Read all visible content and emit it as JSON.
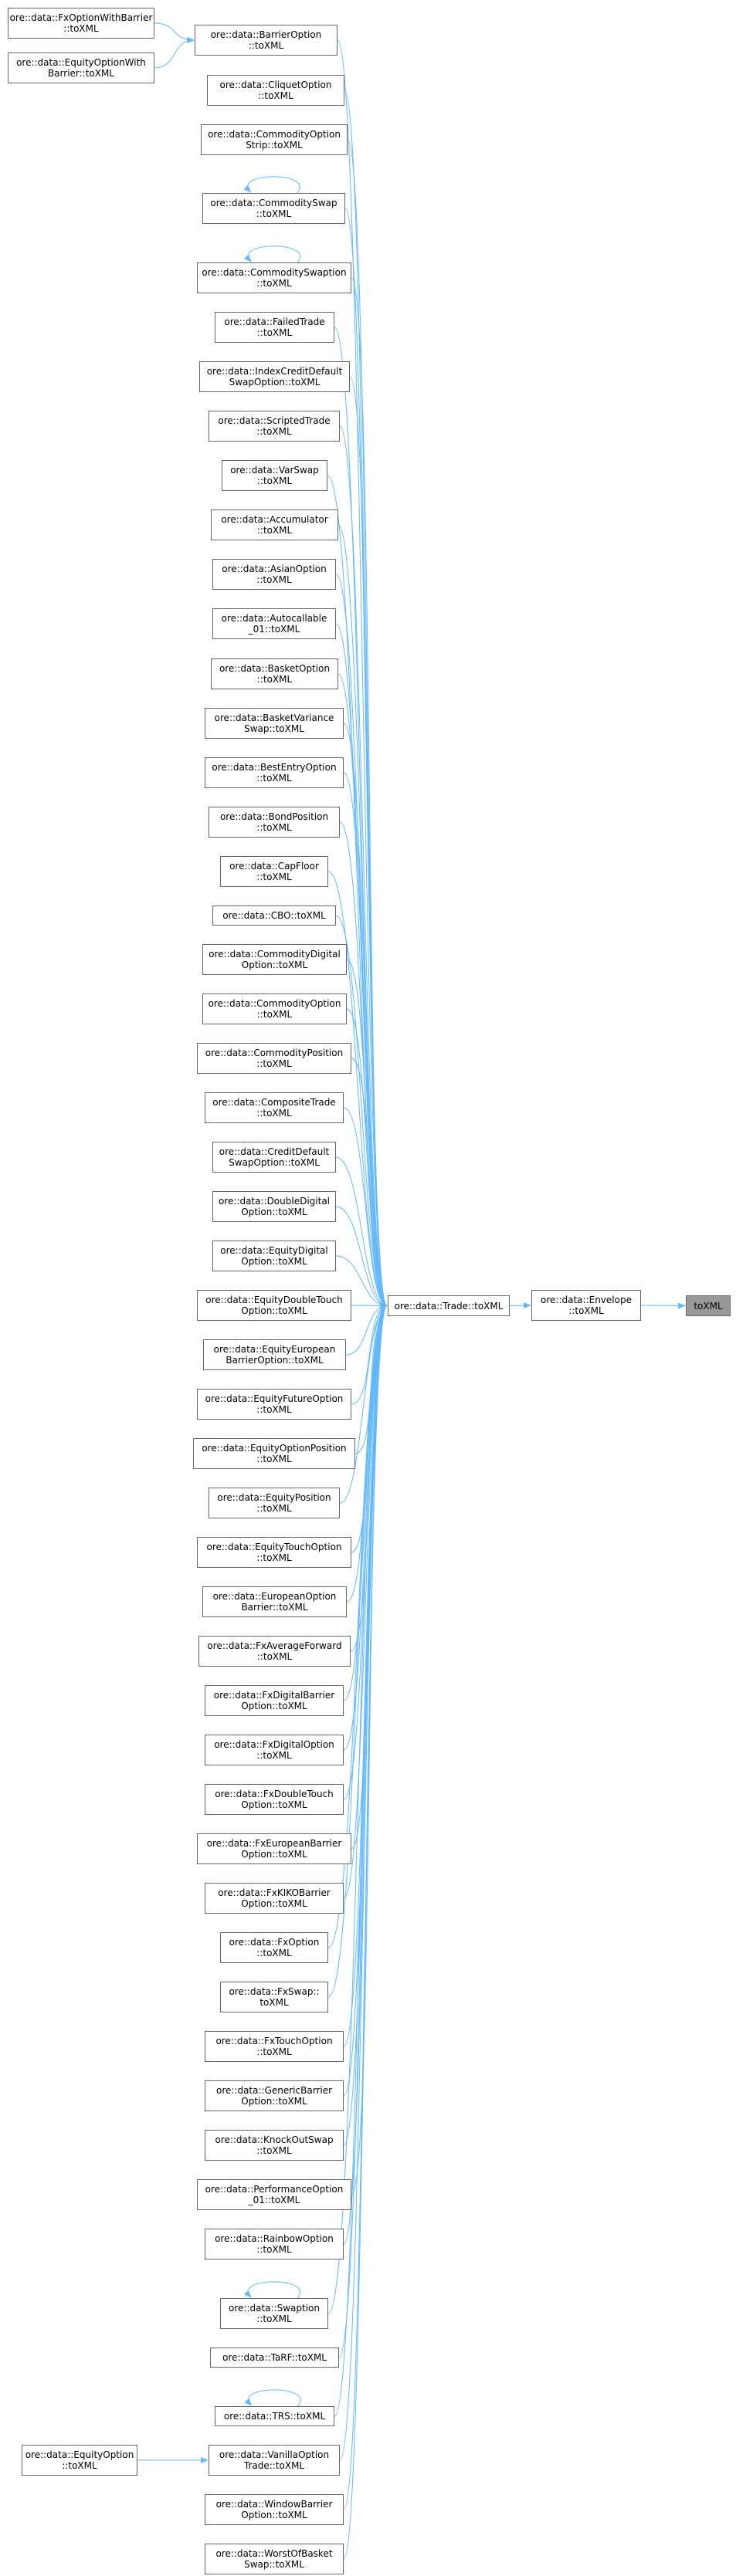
{
  "colors": {
    "edge": "#63b8ff",
    "node_border": "#666666",
    "node_fill": "#ffffff",
    "root_fill": "#999999"
  },
  "nodes": [
    {
      "id": "fxowb",
      "lines": [
        "ore::data::FxOptionWithBarrier",
        "::toXML"
      ]
    },
    {
      "id": "eowb",
      "lines": [
        "ore::data::EquityOptionWith",
        "Barrier::toXML"
      ]
    },
    {
      "id": "barrier",
      "lines": [
        "ore::data::BarrierOption",
        "::toXML"
      ]
    },
    {
      "id": "cliquet",
      "lines": [
        "ore::data::CliquetOption",
        "::toXML"
      ]
    },
    {
      "id": "cos",
      "lines": [
        "ore::data::CommodityOption",
        "Strip::toXML"
      ]
    },
    {
      "id": "cswap",
      "lines": [
        "ore::data::CommoditySwap",
        "::toXML"
      ]
    },
    {
      "id": "cswptn",
      "lines": [
        "ore::data::CommoditySwaption",
        "::toXML"
      ]
    },
    {
      "id": "failed",
      "lines": [
        "ore::data::FailedTrade",
        "::toXML"
      ]
    },
    {
      "id": "icdso",
      "lines": [
        "ore::data::IndexCreditDefault",
        "SwapOption::toXML"
      ]
    },
    {
      "id": "scripted",
      "lines": [
        "ore::data::ScriptedTrade",
        "::toXML"
      ]
    },
    {
      "id": "varswap",
      "lines": [
        "ore::data::VarSwap",
        "::toXML"
      ]
    },
    {
      "id": "accum",
      "lines": [
        "ore::data::Accumulator",
        "::toXML"
      ]
    },
    {
      "id": "asian",
      "lines": [
        "ore::data::AsianOption",
        "::toXML"
      ]
    },
    {
      "id": "autoc",
      "lines": [
        "ore::data::Autocallable",
        "_01::toXML"
      ]
    },
    {
      "id": "basket",
      "lines": [
        "ore::data::BasketOption",
        "::toXML"
      ]
    },
    {
      "id": "bvs",
      "lines": [
        "ore::data::BasketVariance",
        "Swap::toXML"
      ]
    },
    {
      "id": "beo",
      "lines": [
        "ore::data::BestEntryOption",
        "::toXML"
      ]
    },
    {
      "id": "bondpos",
      "lines": [
        "ore::data::BondPosition",
        "::toXML"
      ]
    },
    {
      "id": "capfloor",
      "lines": [
        "ore::data::CapFloor",
        "::toXML"
      ]
    },
    {
      "id": "cbo",
      "lines": [
        "ore::data::CBO::toXML"
      ]
    },
    {
      "id": "cdo",
      "lines": [
        "ore::data::CommodityDigital",
        "Option::toXML"
      ]
    },
    {
      "id": "copt",
      "lines": [
        "ore::data::CommodityOption",
        "::toXML"
      ]
    },
    {
      "id": "cpos",
      "lines": [
        "ore::data::CommodityPosition",
        "::toXML"
      ]
    },
    {
      "id": "comp",
      "lines": [
        "ore::data::CompositeTrade",
        "::toXML"
      ]
    },
    {
      "id": "cdso",
      "lines": [
        "ore::data::CreditDefault",
        "SwapOption::toXML"
      ]
    },
    {
      "id": "ddo",
      "lines": [
        "ore::data::DoubleDigital",
        "Option::toXML"
      ]
    },
    {
      "id": "edo",
      "lines": [
        "ore::data::EquityDigital",
        "Option::toXML"
      ]
    },
    {
      "id": "edto",
      "lines": [
        "ore::data::EquityDoubleTouch",
        "Option::toXML"
      ]
    },
    {
      "id": "eebo",
      "lines": [
        "ore::data::EquityEuropean",
        "BarrierOption::toXML"
      ]
    },
    {
      "id": "efo",
      "lines": [
        "ore::data::EquityFutureOption",
        "::toXML"
      ]
    },
    {
      "id": "eop",
      "lines": [
        "ore::data::EquityOptionPosition",
        "::toXML"
      ]
    },
    {
      "id": "epos",
      "lines": [
        "ore::data::EquityPosition",
        "::toXML"
      ]
    },
    {
      "id": "eto",
      "lines": [
        "ore::data::EquityTouchOption",
        "::toXML"
      ]
    },
    {
      "id": "eob",
      "lines": [
        "ore::data::EuropeanOption",
        "Barrier::toXML"
      ]
    },
    {
      "id": "fxaf",
      "lines": [
        "ore::data::FxAverageForward",
        "::toXML"
      ]
    },
    {
      "id": "fxdb",
      "lines": [
        "ore::data::FxDigitalBarrier",
        "Option::toXML"
      ]
    },
    {
      "id": "fxdo",
      "lines": [
        "ore::data::FxDigitalOption",
        "::toXML"
      ]
    },
    {
      "id": "fxdt",
      "lines": [
        "ore::data::FxDoubleTouch",
        "Option::toXML"
      ]
    },
    {
      "id": "fxeb",
      "lines": [
        "ore::data::FxEuropeanBarrier",
        "Option::toXML"
      ]
    },
    {
      "id": "fxkiko",
      "lines": [
        "ore::data::FxKIKOBarrier",
        "Option::toXML"
      ]
    },
    {
      "id": "fxopt",
      "lines": [
        "ore::data::FxOption",
        "::toXML"
      ]
    },
    {
      "id": "fxswap",
      "lines": [
        "ore::data::FxSwap::",
        "toXML"
      ]
    },
    {
      "id": "fxto",
      "lines": [
        "ore::data::FxTouchOption",
        "::toXML"
      ]
    },
    {
      "id": "genb",
      "lines": [
        "ore::data::GenericBarrier",
        "Option::toXML"
      ]
    },
    {
      "id": "kos",
      "lines": [
        "ore::data::KnockOutSwap",
        "::toXML"
      ]
    },
    {
      "id": "perf",
      "lines": [
        "ore::data::PerformanceOption",
        "_01::toXML"
      ]
    },
    {
      "id": "rainbow",
      "lines": [
        "ore::data::RainbowOption",
        "::toXML"
      ]
    },
    {
      "id": "swaption",
      "lines": [
        "ore::data::Swaption",
        "::toXML"
      ]
    },
    {
      "id": "tarf",
      "lines": [
        "ore::data::TaRF::toXML"
      ]
    },
    {
      "id": "trs",
      "lines": [
        "ore::data::TRS::toXML"
      ]
    },
    {
      "id": "eqopt",
      "lines": [
        "ore::data::EquityOption",
        "::toXML"
      ]
    },
    {
      "id": "vanilla",
      "lines": [
        "ore::data::VanillaOption",
        "Trade::toXML"
      ]
    },
    {
      "id": "wbo",
      "lines": [
        "ore::data::WindowBarrier",
        "Option::toXML"
      ]
    },
    {
      "id": "wob",
      "lines": [
        "ore::data::WorstOfBasket",
        "Swap::toXML"
      ]
    },
    {
      "id": "trade",
      "lines": [
        "ore::data::Trade::toXML"
      ]
    },
    {
      "id": "envelope",
      "lines": [
        "ore::data::Envelope",
        "::toXML"
      ]
    },
    {
      "id": "root",
      "lines": [
        "toXML"
      ],
      "root": true
    }
  ],
  "edges": [
    [
      "fxowb",
      "barrier"
    ],
    [
      "eowb",
      "barrier"
    ],
    [
      "cswap",
      "cswap"
    ],
    [
      "cswptn",
      "cswptn"
    ],
    [
      "swaption",
      "swaption"
    ],
    [
      "trs",
      "trs"
    ],
    [
      "eqopt",
      "vanilla"
    ],
    [
      "barrier",
      "trade"
    ],
    [
      "cliquet",
      "trade"
    ],
    [
      "cos",
      "trade"
    ],
    [
      "cswap",
      "trade"
    ],
    [
      "cswptn",
      "trade"
    ],
    [
      "failed",
      "trade"
    ],
    [
      "icdso",
      "trade"
    ],
    [
      "scripted",
      "trade"
    ],
    [
      "varswap",
      "trade"
    ],
    [
      "accum",
      "trade"
    ],
    [
      "asian",
      "trade"
    ],
    [
      "autoc",
      "trade"
    ],
    [
      "basket",
      "trade"
    ],
    [
      "bvs",
      "trade"
    ],
    [
      "beo",
      "trade"
    ],
    [
      "bondpos",
      "trade"
    ],
    [
      "capfloor",
      "trade"
    ],
    [
      "cbo",
      "trade"
    ],
    [
      "cdo",
      "trade"
    ],
    [
      "copt",
      "trade"
    ],
    [
      "cpos",
      "trade"
    ],
    [
      "comp",
      "trade"
    ],
    [
      "cdso",
      "trade"
    ],
    [
      "ddo",
      "trade"
    ],
    [
      "edo",
      "trade"
    ],
    [
      "edto",
      "trade"
    ],
    [
      "eebo",
      "trade"
    ],
    [
      "efo",
      "trade"
    ],
    [
      "eop",
      "trade"
    ],
    [
      "epos",
      "trade"
    ],
    [
      "eto",
      "trade"
    ],
    [
      "eob",
      "trade"
    ],
    [
      "fxaf",
      "trade"
    ],
    [
      "fxdb",
      "trade"
    ],
    [
      "fxdo",
      "trade"
    ],
    [
      "fxdt",
      "trade"
    ],
    [
      "fxeb",
      "trade"
    ],
    [
      "fxkiko",
      "trade"
    ],
    [
      "fxopt",
      "trade"
    ],
    [
      "fxswap",
      "trade"
    ],
    [
      "fxto",
      "trade"
    ],
    [
      "genb",
      "trade"
    ],
    [
      "kos",
      "trade"
    ],
    [
      "perf",
      "trade"
    ],
    [
      "rainbow",
      "trade"
    ],
    [
      "swaption",
      "trade"
    ],
    [
      "tarf",
      "trade"
    ],
    [
      "trs",
      "trade"
    ],
    [
      "vanilla",
      "trade"
    ],
    [
      "wbo",
      "trade"
    ],
    [
      "wob",
      "trade"
    ],
    [
      "trade",
      "envelope"
    ],
    [
      "envelope",
      "root"
    ]
  ]
}
